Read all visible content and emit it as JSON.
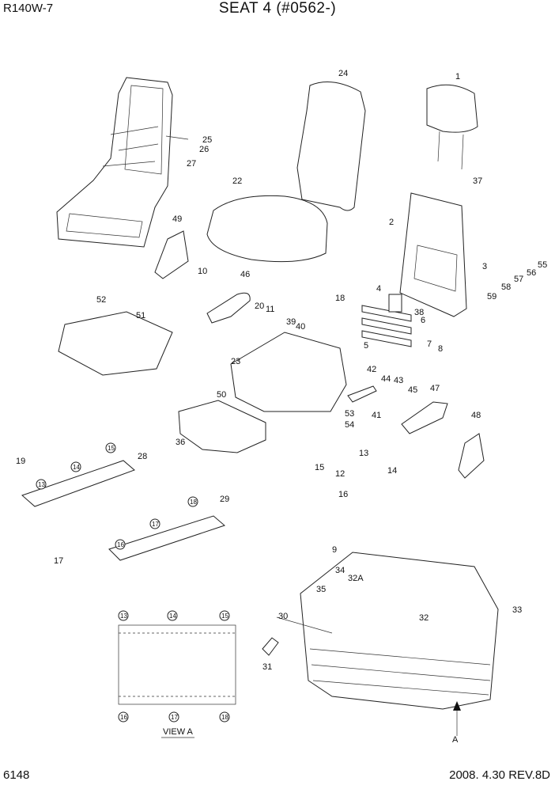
{
  "header": {
    "model": "R140W-7",
    "title": "SEAT 4 (#0562-)"
  },
  "footer": {
    "page": "6148",
    "revision": "2008. 4.30  REV.8D"
  },
  "callouts": [
    "1",
    "2",
    "3",
    "4",
    "5",
    "6",
    "7",
    "8",
    "9",
    "10",
    "11",
    "12",
    "13",
    "14",
    "15",
    "16",
    "17",
    "18",
    "19",
    "20",
    "22",
    "23",
    "24",
    "25",
    "26",
    "27",
    "28",
    "29",
    "30",
    "31",
    "32",
    "32A",
    "33",
    "34",
    "35",
    "36",
    "37",
    "38",
    "39",
    "40",
    "41",
    "42",
    "43",
    "44",
    "45",
    "46",
    "47",
    "48",
    "49",
    "50",
    "51",
    "52",
    "53",
    "54",
    "55",
    "56",
    "57",
    "58",
    "59",
    "A"
  ],
  "circled_labels": [
    "13",
    "14",
    "15",
    "16",
    "17",
    "18"
  ],
  "view_label": "VIEW  A"
}
